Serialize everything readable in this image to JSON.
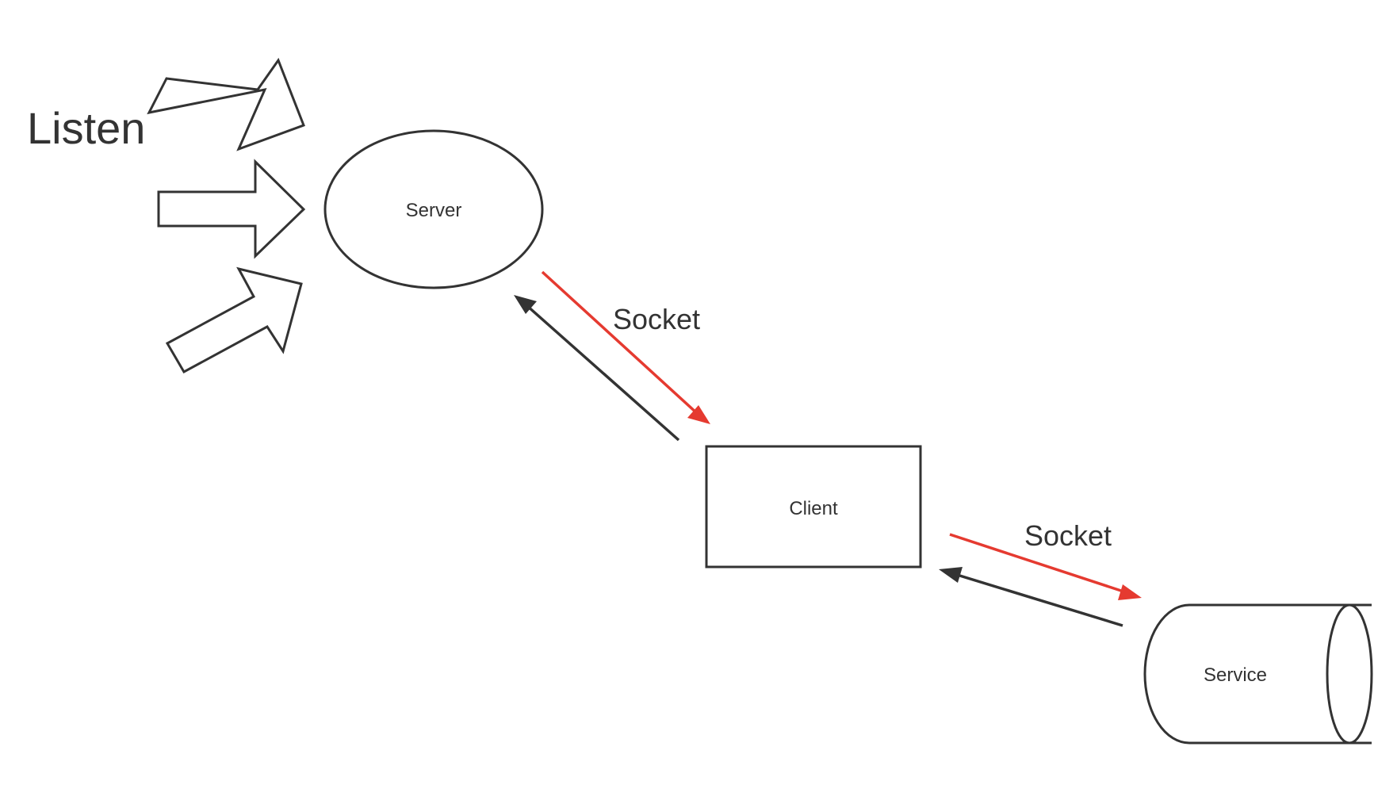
{
  "diagram": {
    "listen_label": "Listen",
    "nodes": {
      "server": {
        "label": "Server",
        "shape": "ellipse"
      },
      "client": {
        "label": "Client",
        "shape": "rectangle"
      },
      "service": {
        "label": "Service",
        "shape": "cylinder"
      }
    },
    "edges": [
      {
        "from": "server",
        "to": "client",
        "label": "Socket",
        "color": "#e53a30"
      },
      {
        "from": "client",
        "to": "server",
        "label": "",
        "color": "#333333"
      },
      {
        "from": "client",
        "to": "service",
        "label": "Socket",
        "color": "#e53a30"
      },
      {
        "from": "service",
        "to": "client",
        "label": "",
        "color": "#333333"
      }
    ],
    "listen_arrows": [
      "block-arrow",
      "block-arrow",
      "block-arrow"
    ]
  }
}
